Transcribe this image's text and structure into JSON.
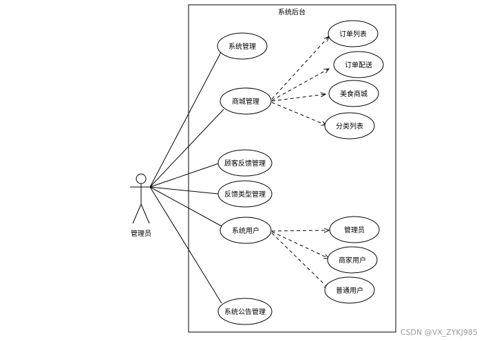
{
  "diagram": {
    "system_title": "系统后台",
    "actor": {
      "label": "管理员"
    },
    "use_cases": {
      "system_manage": "系统管理",
      "mall_manage": "商城管理",
      "order_list": "订单列表",
      "order_delivery": "订单配送",
      "food_mall": "美食商城",
      "category_list": "分类列表",
      "feedback_manage": "顾客反馈管理",
      "feedback_type_manage": "反馈类型管理",
      "system_users": "系统用户",
      "admin_user": "管理员",
      "merchant_user": "商家用户",
      "normal_user": "普通用户",
      "notice_manage": "系统公告管理"
    }
  },
  "watermark": "CSDN @VX_ZYKJ985"
}
